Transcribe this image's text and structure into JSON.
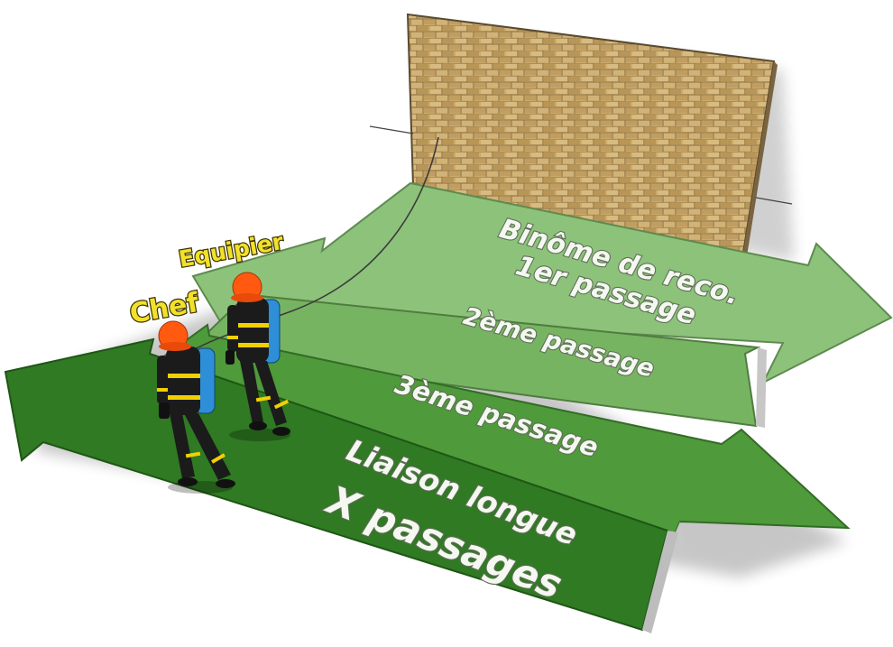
{
  "roles": {
    "chef": "Chef",
    "equipier": "Equipier"
  },
  "arrows": {
    "recon_line1": "Binôme de reco.",
    "recon_line2": "1er passage",
    "second": "2ème passage",
    "third": "3ème passage",
    "liaison_line1": "Liaison longue",
    "liaison_line2": "X passages"
  },
  "colors": {
    "arrow_recon": "#8dc27a",
    "arrow_second": "#77b462",
    "arrow_third": "#4f9a3a",
    "arrow_liaison": "#2f7a22",
    "helmet": "#ff5a10",
    "turnout_gear": "#1b1b1b",
    "reflective_stripe": "#f0d000",
    "air_cylinder": "#2e8fd8",
    "brick_wall": "#c9a868",
    "role_label": "#f2e12a"
  },
  "icons": {
    "wall": "brick-wall-icon",
    "firefighter": "firefighter-icon"
  }
}
